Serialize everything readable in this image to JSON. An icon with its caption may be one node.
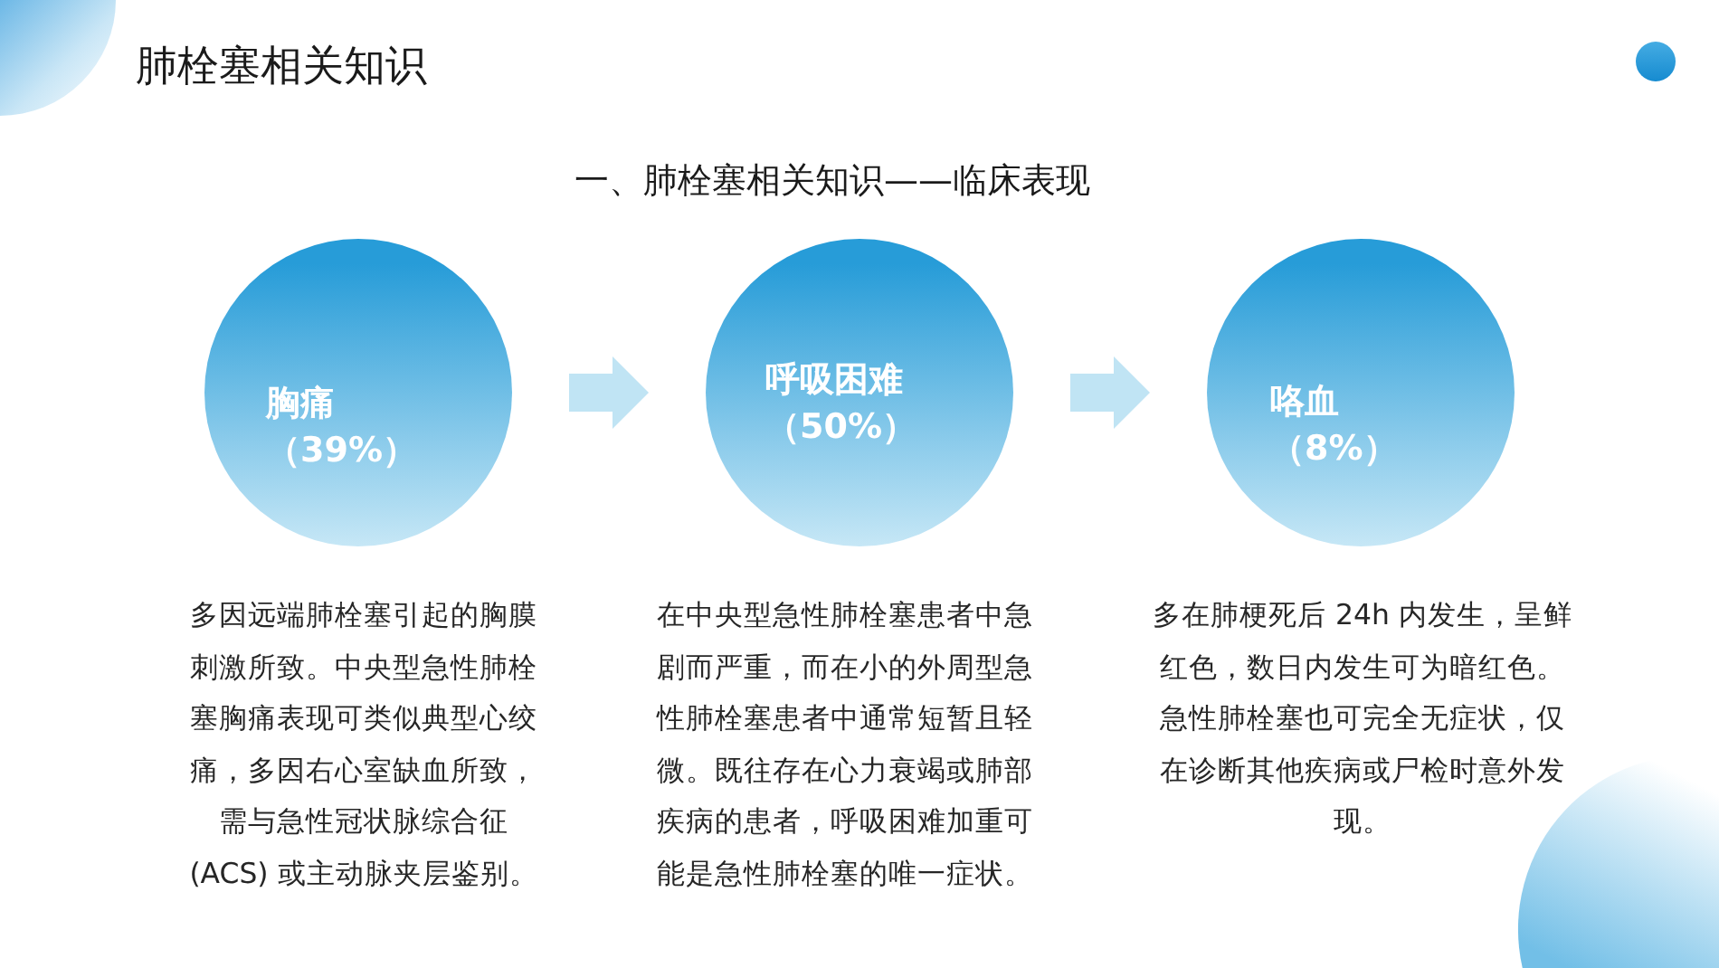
{
  "diagram": {
    "title": "肺栓塞相关知识",
    "labels": [
      "一、肺栓塞相关知识——临床表现"
    ],
    "nodes": [
      {
        "text": [
          "胸痛",
          "（39%）"
        ],
        "beside": [
          "多因远端肺栓塞引起的胸膜刺激所致。中央型急性肺栓塞胸痛表现可类似典型心绞痛，多因右心室缺血所致，需与急性冠状脉综合征(ACS) 或主动脉夹层鉴别。"
        ]
      },
      {
        "text": [
          "呼吸困难",
          "（50%）"
        ],
        "beside": [
          "在中央型急性肺栓塞患者中急剧而严重，而在小的外周型急性肺栓塞患者中通常短暂且轻微。既往存在心力衰竭或肺部疾病的患者，呼吸困难加重可能是急性肺栓塞的唯一症状。"
        ]
      },
      {
        "text": [
          "咯血",
          "（8%）"
        ],
        "beside": [
          "多在肺梗死后 24h 内发生，呈鲜红色，数日内发生可为暗红色。急性肺栓塞也可完全无症状，仅在诊断其他疾病或尸检时意外发现。"
        ]
      }
    ],
    "edges": [
      {
        "from": 0,
        "to": 1,
        "arrow": "to"
      },
      {
        "from": 1,
        "to": 2,
        "arrow": "to"
      }
    ]
  }
}
